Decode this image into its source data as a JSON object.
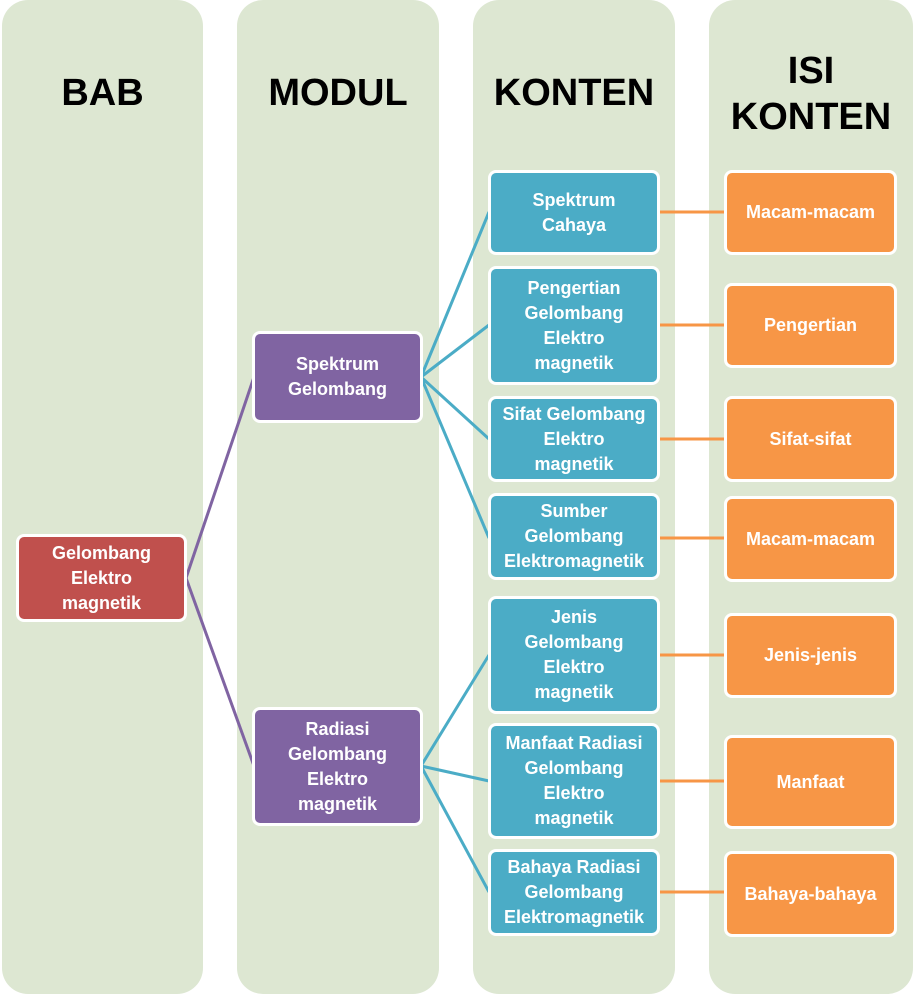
{
  "columns": {
    "bab": "BAB",
    "modul": "MODUL",
    "konten": "KONTEN",
    "isi_konten": "ISI\nKONTEN"
  },
  "bab": {
    "label": "Gelombang\nElektro\nmagnetik"
  },
  "modul": [
    {
      "label": "Spektrum\nGelombang"
    },
    {
      "label": "Radiasi\nGelombang\nElektro\nmagnetik"
    }
  ],
  "konten": [
    {
      "label": "Spektrum\nCahaya",
      "parent": 0
    },
    {
      "label": "Pengertian\nGelombang\nElektro\nmagnetik",
      "parent": 0
    },
    {
      "label": "Sifat Gelombang\nElektro\nmagnetik",
      "parent": 0
    },
    {
      "label": "Sumber\nGelombang\nElektromagnetik",
      "parent": 0
    },
    {
      "label": "Jenis\nGelombang\nElektro\nmagnetik",
      "parent": 1
    },
    {
      "label": "Manfaat Radiasi\nGelombang\nElektro\nmagnetik",
      "parent": 1
    },
    {
      "label": "Bahaya Radiasi\nGelombang\nElektromagnetik",
      "parent": 1
    }
  ],
  "isi_konten": [
    {
      "label": "Macam-macam"
    },
    {
      "label": "Pengertian"
    },
    {
      "label": "Sifat-sifat"
    },
    {
      "label": "Macam-macam"
    },
    {
      "label": "Jenis-jenis"
    },
    {
      "label": "Manfaat"
    },
    {
      "label": "Bahaya-bahaya"
    }
  ],
  "colors": {
    "column_bg": "#dde7d2",
    "bab": "#c0504d",
    "modul": "#8064a2",
    "konten": "#4bacc6",
    "isi_konten": "#f79646"
  }
}
